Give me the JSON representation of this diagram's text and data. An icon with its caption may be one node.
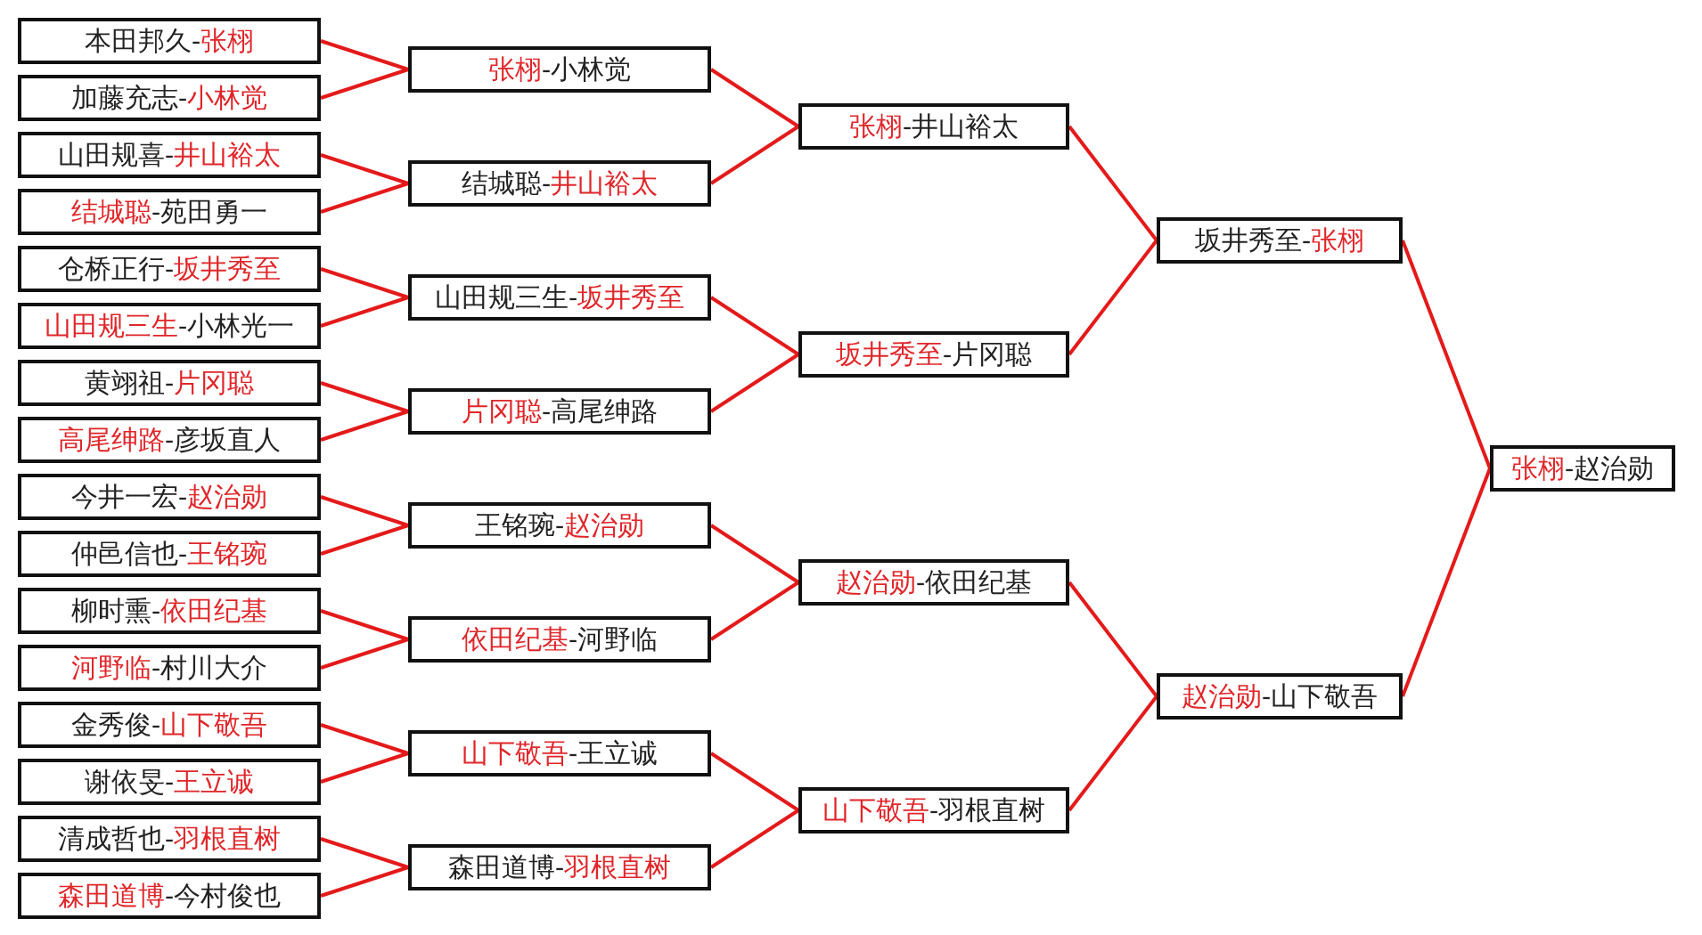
{
  "diagram": {
    "nodes": [
      {
        "text": [
          "本田邦久-",
          "张栩"
        ]
      },
      {
        "text": [
          "加藤充志-",
          "小林觉"
        ]
      },
      {
        "text": [
          "山田规喜-",
          "井山裕太"
        ]
      },
      {
        "text": [
          "结城聪",
          "-苑田勇一"
        ]
      },
      {
        "text": [
          "仓桥正行-",
          "坂井秀至"
        ]
      },
      {
        "text": [
          "山田规三生",
          "-小林光一"
        ]
      },
      {
        "text": [
          "黄翊祖-",
          "片冈聪"
        ]
      },
      {
        "text": [
          "高尾绅路",
          "-彦坂直人"
        ]
      },
      {
        "text": [
          "今井一宏-",
          "赵治勋"
        ]
      },
      {
        "text": [
          "仲邑信也-",
          "王铭琬"
        ]
      },
      {
        "text": [
          "柳时熏-",
          "依田纪基"
        ]
      },
      {
        "text": [
          "河野临",
          "-村川大介"
        ]
      },
      {
        "text": [
          "金秀俊-",
          "山下敬吾"
        ]
      },
      {
        "text": [
          "谢依旻-",
          "王立诚"
        ]
      },
      {
        "text": [
          "清成哲也-",
          "羽根直树"
        ]
      },
      {
        "text": [
          "森田道博",
          "-今村俊也"
        ]
      },
      {
        "text": [
          "张栩",
          "-小林觉"
        ]
      },
      {
        "text": [
          "结城聪-",
          "井山裕太"
        ]
      },
      {
        "text": [
          "山田规三生-",
          "坂井秀至"
        ]
      },
      {
        "text": [
          "片冈聪",
          "-高尾绅路"
        ]
      },
      {
        "text": [
          "王铭琬-",
          "赵治勋"
        ]
      },
      {
        "text": [
          "依田纪基",
          "-河野临"
        ]
      },
      {
        "text": [
          "山下敬吾",
          "-王立诚"
        ]
      },
      {
        "text": [
          "森田道博-",
          "羽根直树"
        ]
      },
      {
        "text": [
          "张栩",
          "-井山裕太"
        ]
      },
      {
        "text": [
          "坂井秀至",
          "-片冈聪"
        ]
      },
      {
        "text": [
          "赵治勋",
          "-依田纪基"
        ]
      },
      {
        "text": [
          "山下敬吾",
          "-羽根直树"
        ]
      },
      {
        "text": [
          "坂井秀至-",
          "张栩"
        ]
      },
      {
        "text": [
          "赵治勋",
          "-山下敬吾"
        ]
      },
      {
        "text": [
          "张栩",
          "-赵治勋"
        ]
      }
    ],
    "edges": [
      {
        "from": 0,
        "to": 16,
        "arrow": "none"
      },
      {
        "from": 1,
        "to": 16,
        "arrow": "none"
      },
      {
        "from": 2,
        "to": 17,
        "arrow": "none"
      },
      {
        "from": 3,
        "to": 17,
        "arrow": "none"
      },
      {
        "from": 4,
        "to": 18,
        "arrow": "none"
      },
      {
        "from": 5,
        "to": 18,
        "arrow": "none"
      },
      {
        "from": 6,
        "to": 19,
        "arrow": "none"
      },
      {
        "from": 7,
        "to": 19,
        "arrow": "none"
      },
      {
        "from": 8,
        "to": 20,
        "arrow": "none"
      },
      {
        "from": 9,
        "to": 20,
        "arrow": "none"
      },
      {
        "from": 10,
        "to": 21,
        "arrow": "none"
      },
      {
        "from": 11,
        "to": 21,
        "arrow": "none"
      },
      {
        "from": 12,
        "to": 22,
        "arrow": "none"
      },
      {
        "from": 13,
        "to": 22,
        "arrow": "none"
      },
      {
        "from": 14,
        "to": 23,
        "arrow": "none"
      },
      {
        "from": 15,
        "to": 23,
        "arrow": "none"
      },
      {
        "from": 16,
        "to": 24,
        "arrow": "none"
      },
      {
        "from": 17,
        "to": 24,
        "arrow": "none"
      },
      {
        "from": 18,
        "to": 25,
        "arrow": "none"
      },
      {
        "from": 19,
        "to": 25,
        "arrow": "none"
      },
      {
        "from": 20,
        "to": 26,
        "arrow": "none"
      },
      {
        "from": 21,
        "to": 26,
        "arrow": "none"
      },
      {
        "from": 22,
        "to": 27,
        "arrow": "none"
      },
      {
        "from": 23,
        "to": 27,
        "arrow": "none"
      },
      {
        "from": 24,
        "to": 28,
        "arrow": "none"
      },
      {
        "from": 25,
        "to": 28,
        "arrow": "none"
      },
      {
        "from": 26,
        "to": 29,
        "arrow": "none"
      },
      {
        "from": 27,
        "to": 29,
        "arrow": "none"
      },
      {
        "from": 28,
        "to": 30,
        "arrow": "none"
      },
      {
        "from": 29,
        "to": 30,
        "arrow": "none"
      }
    ]
  }
}
